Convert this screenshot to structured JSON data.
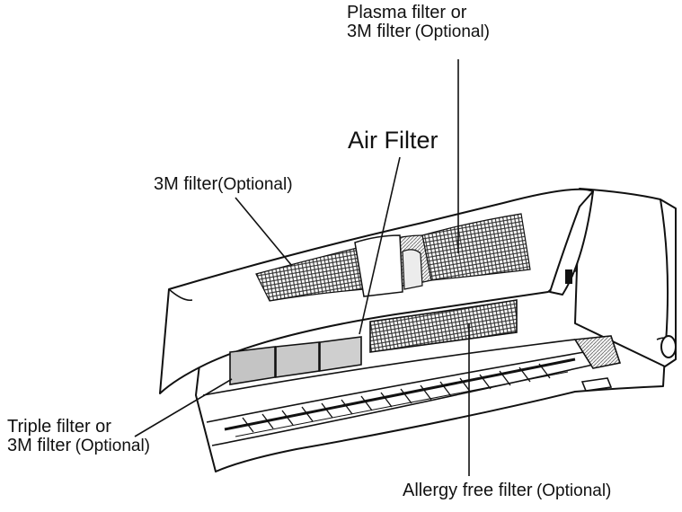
{
  "labels": {
    "plasma": {
      "line1": "Plasma filter or",
      "line2": "3M  filter",
      "optional": "(Optional)"
    },
    "air_filter": "Air Filter",
    "three_m": {
      "main": "3M  filter",
      "optional": "(Optional)"
    },
    "triple": {
      "line1": "Triple filter or",
      "line2": "3M filter",
      "optional": "(Optional)"
    },
    "allergy": {
      "main": "Allergy free filter",
      "optional": "(Optional)"
    }
  },
  "colors": {
    "line": "#111111",
    "mesh": "#3a3a3a",
    "filter_panel": "#c8c8c8",
    "background": "#ffffff"
  }
}
